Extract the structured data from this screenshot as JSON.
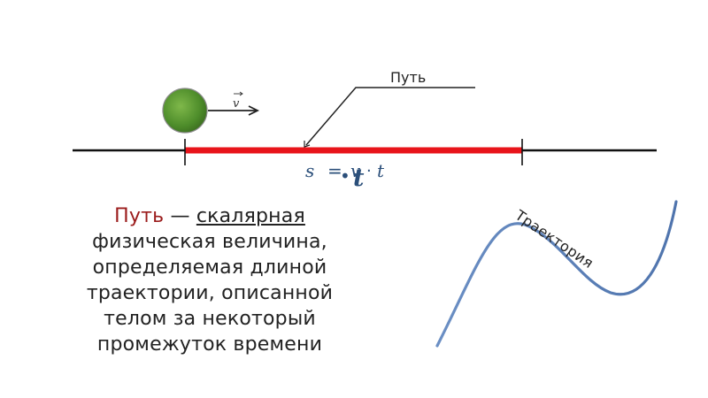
{
  "diagram": {
    "path_label": "Путь",
    "velocity_symbol": "v",
    "formula": {
      "left": "s",
      "equals": "=",
      "velocity": "v",
      "dot": "·",
      "time": "t",
      "overlay_bullet": "•",
      "overlay_t": "t"
    },
    "trajectory_label": "Траектория",
    "colors": {
      "path_segment": "#e8141a",
      "axis_line": "#111111",
      "ball": "#4d8c2a",
      "formula": "#2b4f7a",
      "trajectory_curve": "#5a7fb8",
      "term_highlight": "#9b1c1c"
    }
  },
  "definition": {
    "term": "Путь",
    "dash": " — ",
    "scalar_word": "скалярная",
    "line2": "физическая величина,",
    "line3": "определяемая длиной",
    "line4": "траектории, описанной",
    "line5": "телом за некоторый",
    "line6": "промежуток времени"
  }
}
